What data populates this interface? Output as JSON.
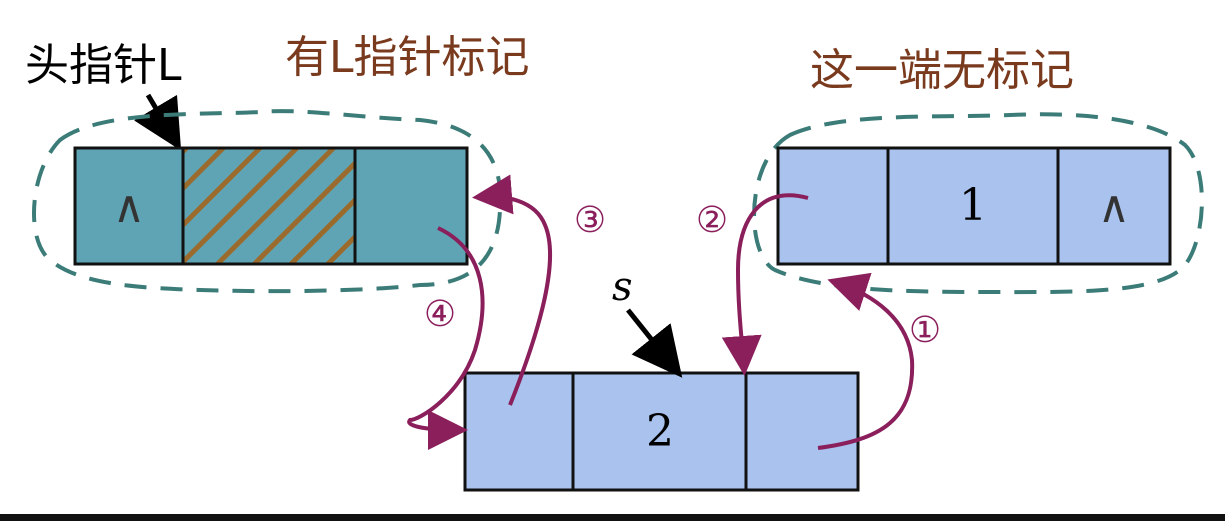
{
  "labels": {
    "head_pointer": "头指针L",
    "left_marked": "有L指针标记",
    "right_unmarked": "这一端无标记",
    "s_pointer": "s"
  },
  "nodes": {
    "left": {
      "null_symbol": "∧",
      "color": "#5fa4b5"
    },
    "right": {
      "value": "1",
      "null_symbol": "∧",
      "color": "#a9c2ee"
    },
    "new": {
      "value": "2",
      "color": "#a9c2ee"
    }
  },
  "steps": [
    "①",
    "②",
    "③",
    "④"
  ],
  "colors": {
    "arrow": "#8a1f5c",
    "ellipse": "#3c7c78",
    "label_brown": "#7a3a1e"
  }
}
